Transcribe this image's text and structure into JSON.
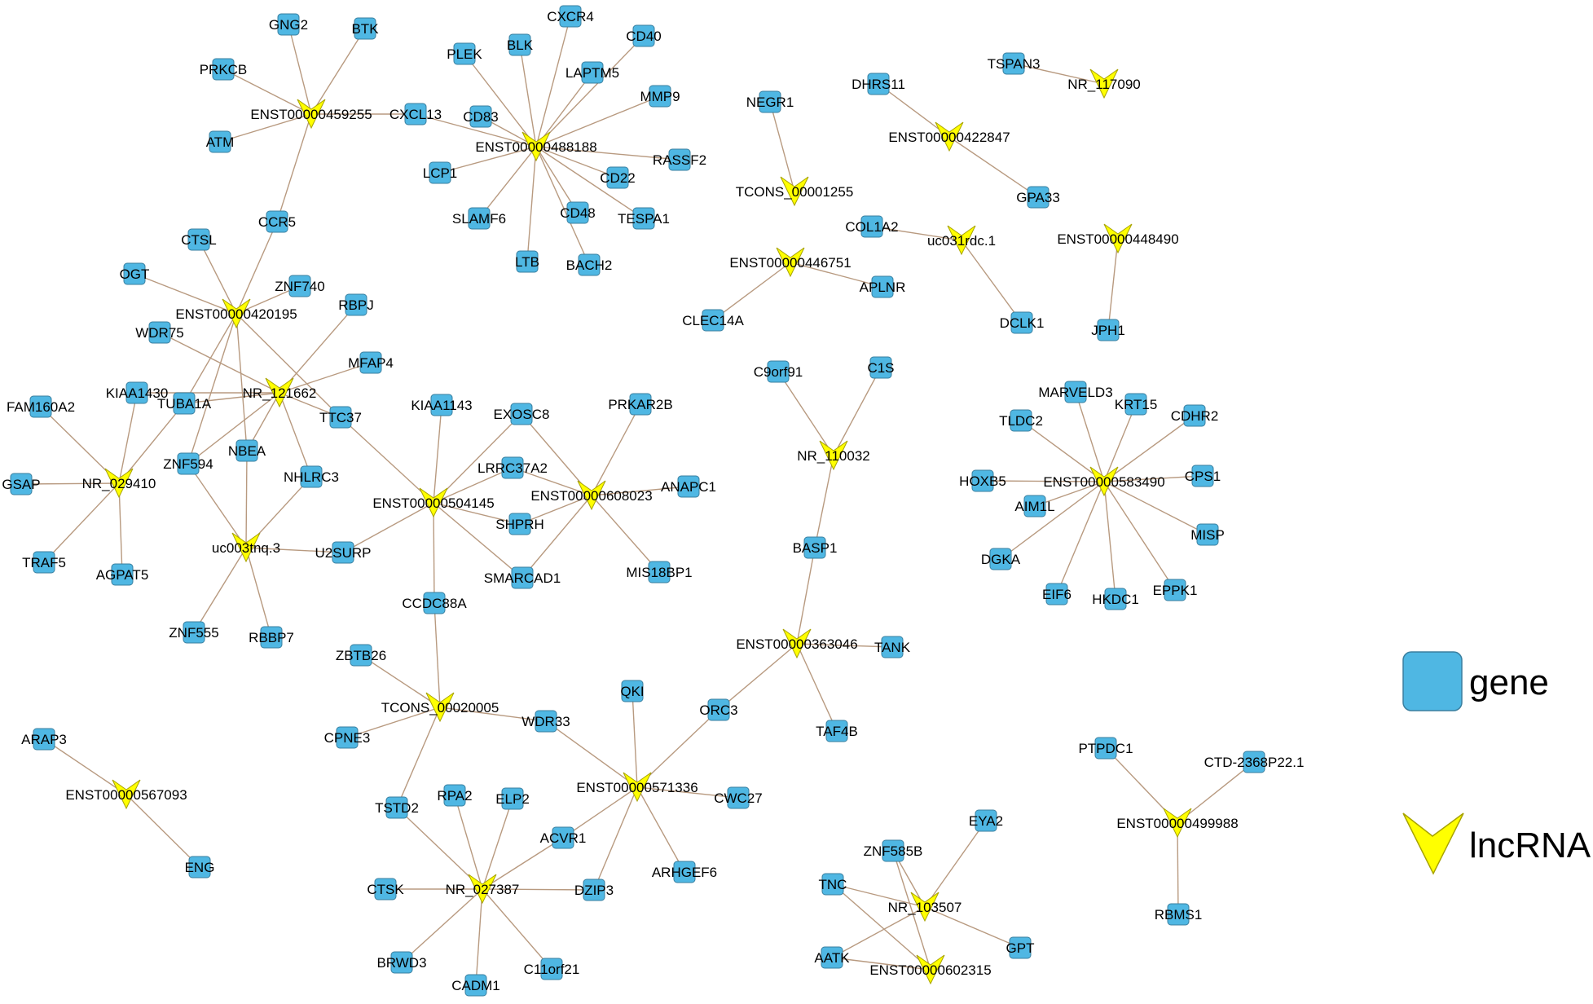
{
  "colors": {
    "gene_fill": "#4fb7e3",
    "gene_stroke": "#3a7f9f",
    "lncrna_fill": "#ffff00",
    "lncrna_stroke": "#a8a300",
    "edge": "#b89a80"
  },
  "legend": {
    "gene_label": "gene",
    "lncrna_label": "lncRNA"
  },
  "nodes": {
    "genes": [
      "GNG2",
      "BTK",
      "PRKCB",
      "ATM",
      "CXCL13",
      "CCR5",
      "PLEK",
      "BLK",
      "CXCR4",
      "CD40",
      "LAPTM5",
      "MMP9",
      "CD83",
      "RASSF2",
      "LCP1",
      "CD22",
      "SLAMF6",
      "CD48",
      "TESPA1",
      "LTB",
      "BACH2",
      "NEGR1",
      "DHRS11",
      "TSPAN3",
      "GPA33",
      "COL1A2",
      "APLNR",
      "CLEC14A",
      "DCLK1",
      "JPH1",
      "CTSL",
      "OGT",
      "ZNF740",
      "RBPJ",
      "WDR75",
      "MFAP4",
      "KIAA1430",
      "FAM160A2",
      "TUBA1A",
      "TTC37",
      "GSAP",
      "NBEA",
      "ZNF594",
      "NHLRC3",
      "TRAF5",
      "AGPAT5",
      "U2SURP",
      "ZNF555",
      "RBBP7",
      "KIAA1143",
      "EXOSC8",
      "PRKAR2B",
      "LRRC37A2",
      "ANAPC1",
      "SHPRH",
      "SMARCAD1",
      "MIS18BP1",
      "CCDC88A",
      "C9orf91",
      "C1S",
      "BASP1",
      "TANK",
      "TAF4B",
      "MARVELD3",
      "KRT15",
      "CDHR2",
      "TLDC2",
      "HOXB5",
      "CPS1",
      "AIM1L",
      "MISP",
      "DGKA",
      "EPPK1",
      "EIF6",
      "HKDC1",
      "ZBTB26",
      "CPNE3",
      "WDR33",
      "QKI",
      "ORC3",
      "CWC27",
      "ARHGEF6",
      "ACVR1",
      "DZIP3",
      "TSTD2",
      "RPA2",
      "ELP2",
      "CTSK",
      "BRWD3",
      "CADM1",
      "C11orf21",
      "ARAP3",
      "ENG",
      "PTPDC1",
      "CTD-2368P22.1",
      "RBMS1",
      "EYA2",
      "ZNF585B",
      "TNC",
      "GPT",
      "AATK"
    ],
    "lncrnas": [
      "ENST00000459255",
      "ENST00000488188",
      "TCONS_00001255",
      "ENST00000422847",
      "NR_117090",
      "ENST00000446751",
      "uc031rdc.1",
      "ENST00000448490",
      "ENST00000420195",
      "NR_121662",
      "NR_029410",
      "uc003tnq.3",
      "ENST00000504145",
      "ENST00000608023",
      "NR_110032",
      "ENST00000583490",
      "ENST00000363046",
      "TCONS_00020005",
      "ENST00000571336",
      "NR_027387",
      "ENST00000567093",
      "ENST00000499988",
      "NR_103507",
      "ENST00000602315"
    ]
  },
  "edges": [
    [
      "ENST00000459255",
      "GNG2"
    ],
    [
      "ENST00000459255",
      "BTK"
    ],
    [
      "ENST00000459255",
      "PRKCB"
    ],
    [
      "ENST00000459255",
      "ATM"
    ],
    [
      "ENST00000459255",
      "CXCL13"
    ],
    [
      "ENST00000459255",
      "CCR5"
    ],
    [
      "ENST00000488188",
      "CXCL13"
    ],
    [
      "ENST00000488188",
      "PLEK"
    ],
    [
      "ENST00000488188",
      "BLK"
    ],
    [
      "ENST00000488188",
      "CXCR4"
    ],
    [
      "ENST00000488188",
      "CD40"
    ],
    [
      "ENST00000488188",
      "LAPTM5"
    ],
    [
      "ENST00000488188",
      "MMP9"
    ],
    [
      "ENST00000488188",
      "CD83"
    ],
    [
      "ENST00000488188",
      "RASSF2"
    ],
    [
      "ENST00000488188",
      "LCP1"
    ],
    [
      "ENST00000488188",
      "CD22"
    ],
    [
      "ENST00000488188",
      "SLAMF6"
    ],
    [
      "ENST00000488188",
      "CD48"
    ],
    [
      "ENST00000488188",
      "TESPA1"
    ],
    [
      "ENST00000488188",
      "LTB"
    ],
    [
      "ENST00000488188",
      "BACH2"
    ],
    [
      "TCONS_00001255",
      "NEGR1"
    ],
    [
      "ENST00000422847",
      "DHRS11"
    ],
    [
      "ENST00000422847",
      "GPA33"
    ],
    [
      "NR_117090",
      "TSPAN3"
    ],
    [
      "ENST00000446751",
      "CLEC14A"
    ],
    [
      "ENST00000446751",
      "APLNR"
    ],
    [
      "uc031rdc.1",
      "COL1A2"
    ],
    [
      "uc031rdc.1",
      "DCLK1"
    ],
    [
      "ENST00000448490",
      "JPH1"
    ],
    [
      "ENST00000420195",
      "CCR5"
    ],
    [
      "ENST00000420195",
      "CTSL"
    ],
    [
      "ENST00000420195",
      "OGT"
    ],
    [
      "ENST00000420195",
      "ZNF740"
    ],
    [
      "ENST00000420195",
      "TTC37"
    ],
    [
      "ENST00000420195",
      "TUBA1A"
    ],
    [
      "ENST00000420195",
      "ZNF594"
    ],
    [
      "ENST00000420195",
      "NBEA"
    ],
    [
      "NR_121662",
      "RBPJ"
    ],
    [
      "NR_121662",
      "WDR75"
    ],
    [
      "NR_121662",
      "MFAP4"
    ],
    [
      "NR_121662",
      "KIAA1430"
    ],
    [
      "NR_121662",
      "TUBA1A"
    ],
    [
      "NR_121662",
      "TTC37"
    ],
    [
      "NR_121662",
      "ZNF594"
    ],
    [
      "NR_121662",
      "NHLRC3"
    ],
    [
      "NR_121662",
      "NBEA"
    ],
    [
      "NR_029410",
      "FAM160A2"
    ],
    [
      "NR_029410",
      "KIAA1430"
    ],
    [
      "NR_029410",
      "GSAP"
    ],
    [
      "NR_029410",
      "TUBA1A"
    ],
    [
      "NR_029410",
      "TRAF5"
    ],
    [
      "NR_029410",
      "AGPAT5"
    ],
    [
      "uc003tnq.3",
      "ZNF594"
    ],
    [
      "uc003tnq.3",
      "NBEA"
    ],
    [
      "uc003tnq.3",
      "NHLRC3"
    ],
    [
      "uc003tnq.3",
      "U2SURP"
    ],
    [
      "uc003tnq.3",
      "ZNF555"
    ],
    [
      "uc003tnq.3",
      "RBBP7"
    ],
    [
      "ENST00000504145",
      "TTC37"
    ],
    [
      "ENST00000504145",
      "KIAA1143"
    ],
    [
      "ENST00000504145",
      "EXOSC8"
    ],
    [
      "ENST00000504145",
      "LRRC37A2"
    ],
    [
      "ENST00000504145",
      "SHPRH"
    ],
    [
      "ENST00000504145",
      "SMARCAD1"
    ],
    [
      "ENST00000504145",
      "U2SURP"
    ],
    [
      "ENST00000504145",
      "CCDC88A"
    ],
    [
      "ENST00000608023",
      "EXOSC8"
    ],
    [
      "ENST00000608023",
      "PRKAR2B"
    ],
    [
      "ENST00000608023",
      "LRRC37A2"
    ],
    [
      "ENST00000608023",
      "ANAPC1"
    ],
    [
      "ENST00000608023",
      "SHPRH"
    ],
    [
      "ENST00000608023",
      "SMARCAD1"
    ],
    [
      "ENST00000608023",
      "MIS18BP1"
    ],
    [
      "NR_110032",
      "C9orf91"
    ],
    [
      "NR_110032",
      "C1S"
    ],
    [
      "NR_110032",
      "BASP1"
    ],
    [
      "ENST00000363046",
      "BASP1"
    ],
    [
      "ENST00000363046",
      "TANK"
    ],
    [
      "ENST00000363046",
      "TAF4B"
    ],
    [
      "ENST00000363046",
      "ORC3"
    ],
    [
      "ENST00000583490",
      "MARVELD3"
    ],
    [
      "ENST00000583490",
      "KRT15"
    ],
    [
      "ENST00000583490",
      "CDHR2"
    ],
    [
      "ENST00000583490",
      "TLDC2"
    ],
    [
      "ENST00000583490",
      "HOXB5"
    ],
    [
      "ENST00000583490",
      "CPS1"
    ],
    [
      "ENST00000583490",
      "AIM1L"
    ],
    [
      "ENST00000583490",
      "MISP"
    ],
    [
      "ENST00000583490",
      "DGKA"
    ],
    [
      "ENST00000583490",
      "EPPK1"
    ],
    [
      "ENST00000583490",
      "EIF6"
    ],
    [
      "ENST00000583490",
      "HKDC1"
    ],
    [
      "TCONS_00020005",
      "CCDC88A"
    ],
    [
      "TCONS_00020005",
      "ZBTB26"
    ],
    [
      "TCONS_00020005",
      "CPNE3"
    ],
    [
      "TCONS_00020005",
      "WDR33"
    ],
    [
      "TCONS_00020005",
      "TSTD2"
    ],
    [
      "ENST00000571336",
      "WDR33"
    ],
    [
      "ENST00000571336",
      "QKI"
    ],
    [
      "ENST00000571336",
      "ORC3"
    ],
    [
      "ENST00000571336",
      "CWC27"
    ],
    [
      "ENST00000571336",
      "ARHGEF6"
    ],
    [
      "ENST00000571336",
      "ACVR1"
    ],
    [
      "ENST00000571336",
      "DZIP3"
    ],
    [
      "NR_027387",
      "TSTD2"
    ],
    [
      "NR_027387",
      "RPA2"
    ],
    [
      "NR_027387",
      "ELP2"
    ],
    [
      "NR_027387",
      "ACVR1"
    ],
    [
      "NR_027387",
      "CTSK"
    ],
    [
      "NR_027387",
      "DZIP3"
    ],
    [
      "NR_027387",
      "BRWD3"
    ],
    [
      "NR_027387",
      "CADM1"
    ],
    [
      "NR_027387",
      "C11orf21"
    ],
    [
      "ENST00000567093",
      "ARAP3"
    ],
    [
      "ENST00000567093",
      "ENG"
    ],
    [
      "ENST00000499988",
      "PTPDC1"
    ],
    [
      "ENST00000499988",
      "CTD-2368P22.1"
    ],
    [
      "ENST00000499988",
      "RBMS1"
    ],
    [
      "NR_103507",
      "EYA2"
    ],
    [
      "NR_103507",
      "ZNF585B"
    ],
    [
      "NR_103507",
      "TNC"
    ],
    [
      "NR_103507",
      "GPT"
    ],
    [
      "NR_103507",
      "AATK"
    ],
    [
      "ENST00000602315",
      "ZNF585B"
    ],
    [
      "ENST00000602315",
      "TNC"
    ],
    [
      "ENST00000602315",
      "AATK"
    ]
  ]
}
